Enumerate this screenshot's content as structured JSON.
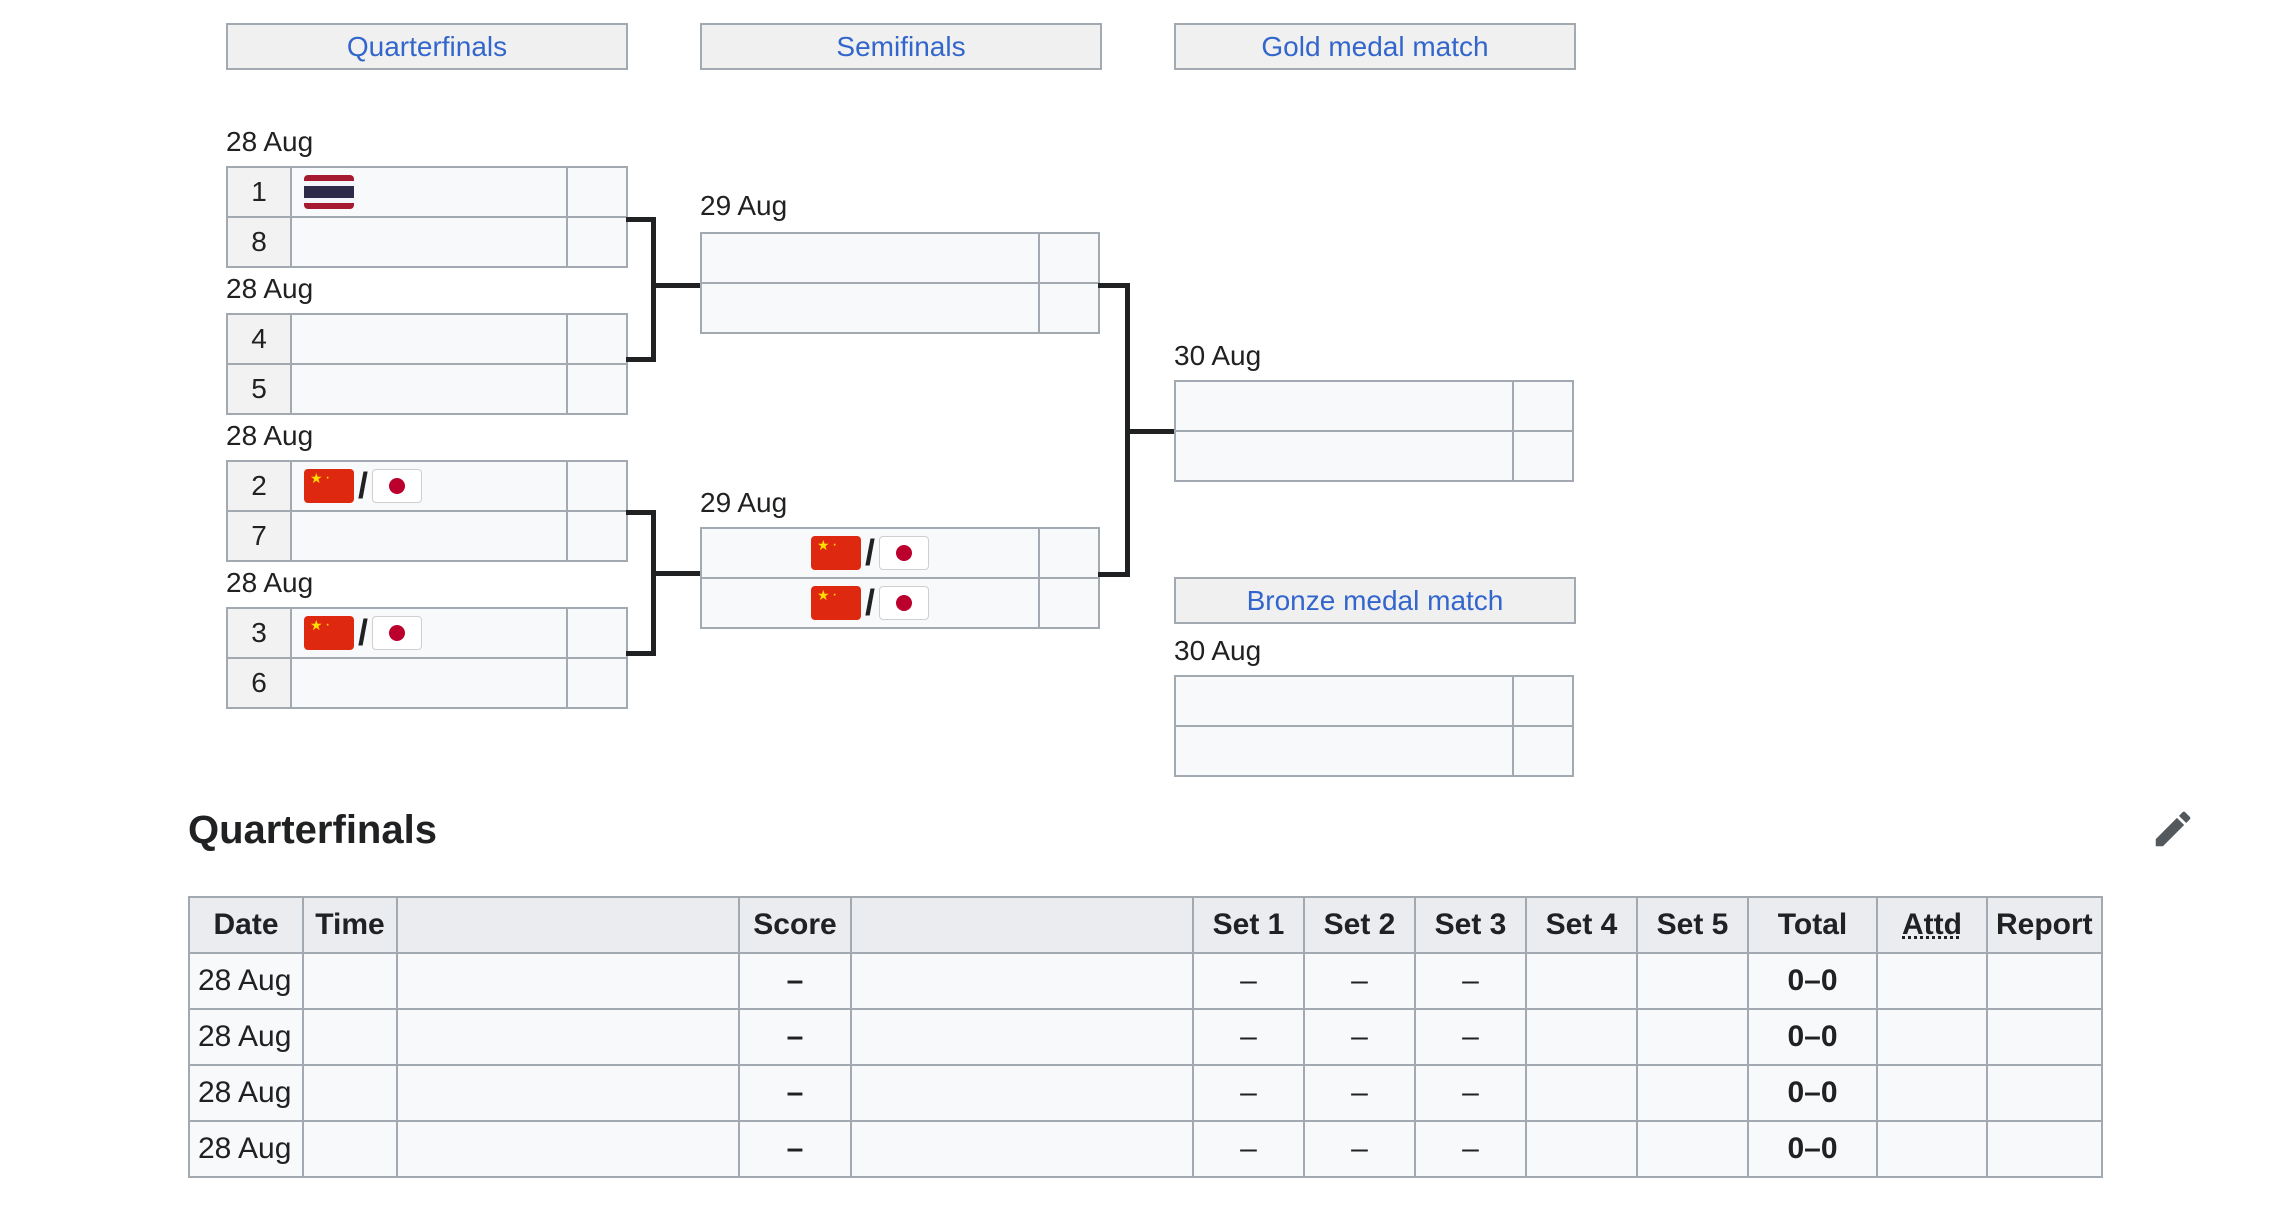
{
  "headers": {
    "quarterfinals": "Quarterfinals",
    "semifinals": "Semifinals",
    "gold": "Gold medal match",
    "bronze": "Bronze medal match"
  },
  "bracket": {
    "qf": [
      {
        "date": "28 Aug",
        "top_seed": "1",
        "bottom_seed": "8"
      },
      {
        "date": "28 Aug",
        "top_seed": "4",
        "bottom_seed": "5"
      },
      {
        "date": "28 Aug",
        "top_seed": "2",
        "bottom_seed": "7"
      },
      {
        "date": "28 Aug",
        "top_seed": "3",
        "bottom_seed": "6"
      }
    ],
    "sf": [
      {
        "date": "29 Aug"
      },
      {
        "date": "29 Aug"
      }
    ],
    "gold": {
      "date": "30 Aug"
    },
    "bronze": {
      "date": "30 Aug"
    },
    "flags": {
      "thailand": "flag-thailand-icon",
      "china": "flag-china-icon",
      "japan": "flag-japan-icon",
      "separator": "/"
    }
  },
  "section": {
    "title": "Quarterfinals",
    "edit_icon": "pencil-icon"
  },
  "table": {
    "headers": [
      "Date",
      "Time",
      "",
      "Score",
      "",
      "Set 1",
      "Set 2",
      "Set 3",
      "Set 4",
      "Set 5",
      "Total",
      "Attd",
      "Report"
    ],
    "rows": [
      [
        "28 Aug",
        "",
        "",
        "–",
        "",
        "–",
        "–",
        "–",
        "",
        "",
        "0–0",
        "",
        ""
      ],
      [
        "28 Aug",
        "",
        "",
        "–",
        "",
        "–",
        "–",
        "–",
        "",
        "",
        "0–0",
        "",
        ""
      ],
      [
        "28 Aug",
        "",
        "",
        "–",
        "",
        "–",
        "–",
        "–",
        "",
        "",
        "0–0",
        "",
        ""
      ],
      [
        "28 Aug",
        "",
        "",
        "–",
        "",
        "–",
        "–",
        "–",
        "",
        "",
        "0–0",
        "",
        ""
      ]
    ]
  },
  "colors": {
    "link": "#3366cc",
    "border": "#a2a9b1",
    "header_bg": "#eaecf0",
    "cell_bg": "#f8f9fa",
    "line": "#202122"
  }
}
